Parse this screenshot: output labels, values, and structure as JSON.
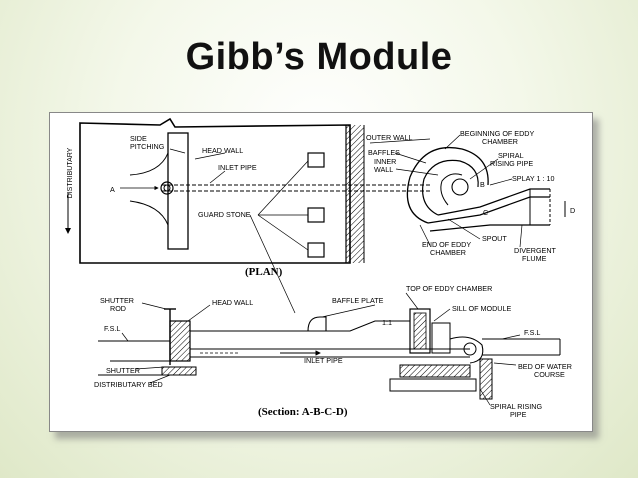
{
  "slide": {
    "title": "Gibb’s Module"
  },
  "plan": {
    "caption": "(PLAN)",
    "labels": {
      "side_pitching_1": "SIDE",
      "side_pitching_2": "PITCHING",
      "head_wall": "HEAD WALL",
      "inlet_pipe": "INLET PIPE",
      "distributary": "DISTRIBUTARY",
      "point_a": "A",
      "guard_stone": "GUARD STONE",
      "outer_wall": "OUTER WALL",
      "baffles": "BAFFLES",
      "inner_wall_1": "INNER",
      "inner_wall_2": "WALL",
      "beginning_1": "BEGINNING OF EDDY",
      "beginning_2": "CHAMBER",
      "spiral_1": "SPIRAL",
      "spiral_2": "RISING PIPE",
      "splay": "SPLAY 1 : 10",
      "point_b": "B",
      "point_c": "C",
      "point_d": "D",
      "spout": "SPOUT",
      "end_1": "END OF EDDY",
      "end_2": "CHAMBER",
      "divergent_1": "DIVERGENT",
      "divergent_2": "FLUME"
    }
  },
  "section": {
    "caption": "(Section: A-B-C-D)",
    "labels": {
      "shutter_rod_1": "SHUTTER",
      "shutter_rod_2": "ROD",
      "head_wall": "HEAD WALL",
      "baffle_plate": "BAFFLE PLATE",
      "top_eddy": "TOP OF EDDY CHAMBER",
      "sill": "SILL OF MODULE",
      "fsl_left": "F.S.L",
      "fsl_right": "F.S.L",
      "slope": "1:1",
      "inlet_pipe": "INLET PIPE",
      "shutter": "SHUTTER",
      "distributary_bed": "DISTRIBUTARY BED",
      "bed_water_1": "BED OF WATER",
      "bed_water_2": "COURSE",
      "spiral_1": "SPIRAL RISING",
      "spiral_2": "PIPE"
    }
  }
}
